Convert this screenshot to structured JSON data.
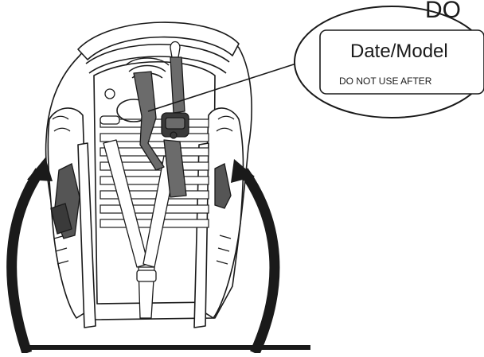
{
  "callout": {
    "title": "Date/Model",
    "subtitle": "DO NOT USE AFTER",
    "partial_text": "DO"
  },
  "colors": {
    "outline": "#1a1a1a",
    "strap": "#6b6b6b",
    "strap_dark": "#3a3a3a",
    "fill": "#ffffff",
    "arrow": "#1a1a1a"
  }
}
